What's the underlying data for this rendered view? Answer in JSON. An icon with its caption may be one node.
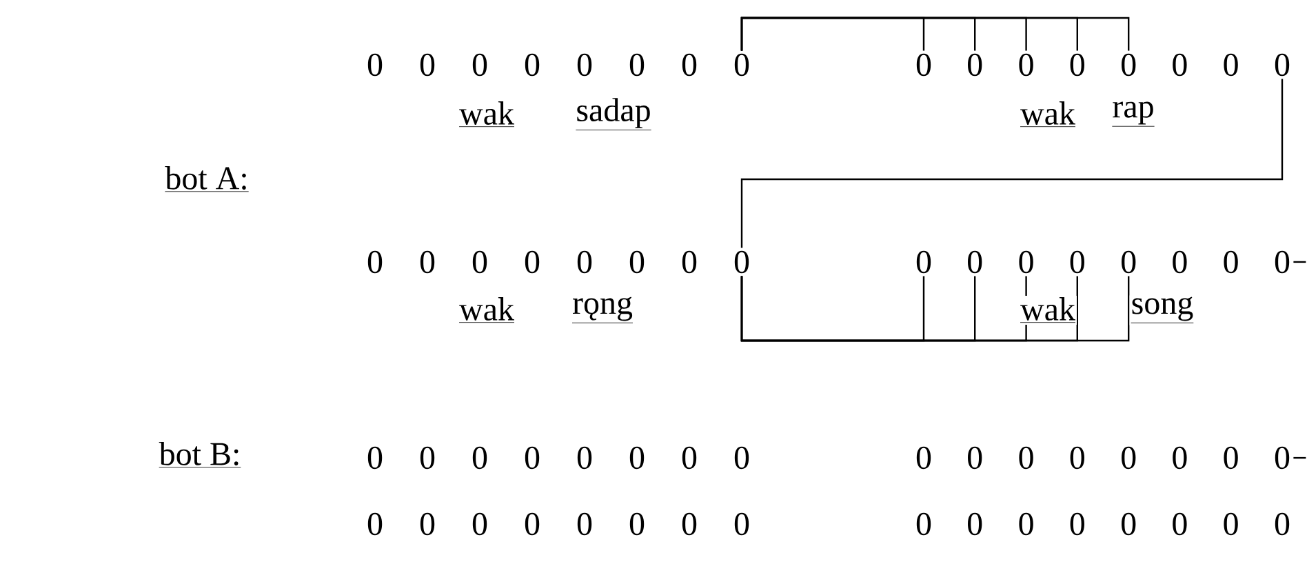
{
  "diagram": {
    "nodes": [
      {
        "text": [
          "0"
        ]
      },
      {
        "text": [
          "0"
        ]
      },
      {
        "text": [
          "0"
        ]
      },
      {
        "text": [
          "0"
        ]
      },
      {
        "text": [
          "0"
        ]
      },
      {
        "text": [
          "0"
        ]
      },
      {
        "text": [
          "0"
        ]
      },
      {
        "text": [
          "0"
        ]
      },
      {
        "text": [
          "0"
        ]
      },
      {
        "text": [
          "0"
        ]
      },
      {
        "text": [
          "0"
        ]
      },
      {
        "text": [
          "0"
        ]
      },
      {
        "text": [
          "0"
        ]
      },
      {
        "text": [
          "0"
        ]
      },
      {
        "text": [
          "0"
        ]
      },
      {
        "text": [
          "0"
        ]
      },
      {
        "text": [
          "0"
        ]
      },
      {
        "text": [
          "0"
        ]
      },
      {
        "text": [
          "0"
        ]
      },
      {
        "text": [
          "0"
        ]
      },
      {
        "text": [
          "0"
        ]
      },
      {
        "text": [
          "0"
        ]
      },
      {
        "text": [
          "0"
        ]
      },
      {
        "text": [
          "0"
        ]
      },
      {
        "text": [
          "0"
        ]
      },
      {
        "text": [
          "0"
        ]
      },
      {
        "text": [
          "0"
        ]
      },
      {
        "text": [
          "0"
        ]
      },
      {
        "text": [
          "0"
        ]
      },
      {
        "text": [
          "0"
        ]
      },
      {
        "text": [
          "0"
        ]
      },
      {
        "text": [
          "0"
        ]
      },
      {
        "text": [
          "0"
        ]
      },
      {
        "text": [
          "0"
        ]
      },
      {
        "text": [
          "0"
        ]
      },
      {
        "text": [
          "0"
        ]
      },
      {
        "text": [
          "0"
        ]
      },
      {
        "text": [
          "0"
        ]
      },
      {
        "text": [
          "0"
        ]
      },
      {
        "text": [
          "0"
        ]
      },
      {
        "text": [
          "0"
        ]
      },
      {
        "text": [
          "0"
        ]
      },
      {
        "text": [
          "0"
        ]
      },
      {
        "text": [
          "0"
        ]
      },
      {
        "text": [
          "0"
        ]
      },
      {
        "text": [
          "0"
        ]
      },
      {
        "text": [
          "0"
        ]
      },
      {
        "text": [
          "0"
        ]
      },
      {
        "text": [
          "0"
        ]
      },
      {
        "text": [
          "0"
        ]
      },
      {
        "text": [
          "0"
        ]
      },
      {
        "text": [
          "0"
        ]
      },
      {
        "text": [
          "0"
        ]
      },
      {
        "text": [
          "0"
        ]
      },
      {
        "text": [
          "0"
        ]
      },
      {
        "text": [
          "0"
        ]
      },
      {
        "text": [
          "0"
        ]
      },
      {
        "text": [
          "0"
        ]
      },
      {
        "text": [
          "0"
        ]
      },
      {
        "text": [
          "0"
        ]
      },
      {
        "text": [
          "0"
        ]
      },
      {
        "text": [
          "0"
        ]
      },
      {
        "text": [
          "0"
        ]
      },
      {
        "text": [
          "0"
        ]
      }
    ],
    "edges": [
      {
        "from": 7,
        "to": 8,
        "arrow": "none"
      },
      {
        "from": 7,
        "to": 9,
        "arrow": "none"
      },
      {
        "from": 7,
        "to": 10,
        "arrow": "none"
      },
      {
        "from": 7,
        "to": 11,
        "arrow": "none"
      },
      {
        "from": 7,
        "to": 12,
        "arrow": "none"
      },
      {
        "from": 15,
        "to": 23,
        "arrow": "none"
      },
      {
        "from": 23,
        "to": 24,
        "arrow": "none"
      },
      {
        "from": 23,
        "to": 25,
        "arrow": "none"
      },
      {
        "from": 23,
        "to": 26,
        "arrow": "none"
      },
      {
        "from": 23,
        "to": 27,
        "arrow": "none"
      },
      {
        "from": 23,
        "to": 28,
        "arrow": "none"
      },
      {
        "from": 31,
        "to": null,
        "arrow": "none"
      },
      {
        "from": 47,
        "to": null,
        "arrow": "none"
      }
    ],
    "labels": [
      "wak",
      "sadap",
      "wak",
      "rap",
      "bot A:",
      "wak",
      "rǫng",
      "wak",
      "song",
      "bot B:"
    ]
  }
}
